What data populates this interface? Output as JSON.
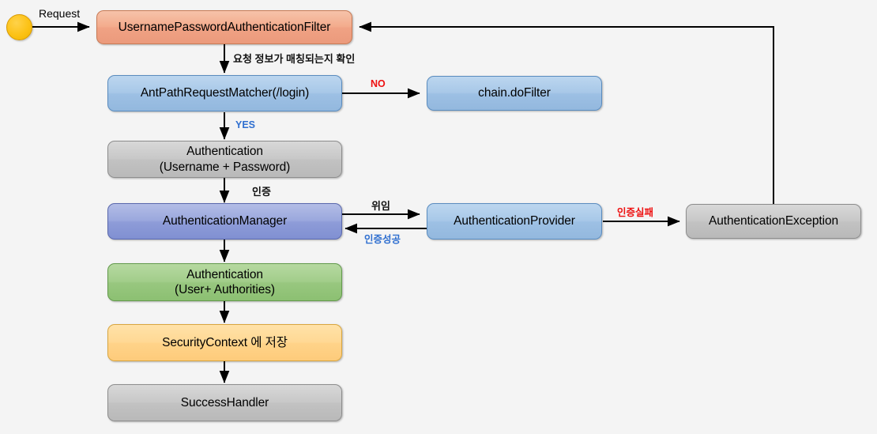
{
  "diagram": {
    "title": "Spring Security UsernamePasswordAuthenticationFilter flow",
    "background_color": "#f4f4f4",
    "colors": {
      "salmon": "#f0a284",
      "light_blue": "#9dc0e4",
      "indigo": "#8e9cd8",
      "gray": "#c2c2c2",
      "green": "#98c77f",
      "yellow": "#ffd389",
      "start_dot": "#fcc216",
      "label_red": "#ee1111",
      "label_blue": "#2f6fd0",
      "edge": "#000000"
    }
  },
  "nodes": {
    "start": {
      "name": "start-dot",
      "label": ""
    },
    "filter": {
      "label": "UsernamePasswordAuthenticationFilter",
      "color": "salmon"
    },
    "matcher": {
      "label": "AntPathRequestMatcher(/login)",
      "color": "light_blue"
    },
    "chain": {
      "label": "chain.doFilter",
      "color": "light_blue"
    },
    "auth_token": {
      "line1": "Authentication",
      "line2": "(Username + Password)",
      "color": "gray"
    },
    "manager": {
      "label": "AuthenticationManager",
      "color": "indigo"
    },
    "provider": {
      "label": "AuthenticationProvider",
      "color": "light_blue"
    },
    "exception": {
      "label": "AuthenticationException",
      "color": "gray"
    },
    "auth_result": {
      "line1": "Authentication",
      "line2": "(User+ Authorities)",
      "color": "green"
    },
    "security_context": {
      "label": "SecurityContext 에 저장",
      "color": "yellow"
    },
    "success_handler": {
      "label": "SuccessHandler",
      "color": "gray"
    }
  },
  "edge_labels": {
    "request": "Request",
    "match_check": "요청 정보가 매칭되는지 확인",
    "no": "NO",
    "yes": "YES",
    "authenticate": "인증",
    "delegate": "위임",
    "auth_success": "인증성공",
    "auth_failure": "인증실패"
  }
}
